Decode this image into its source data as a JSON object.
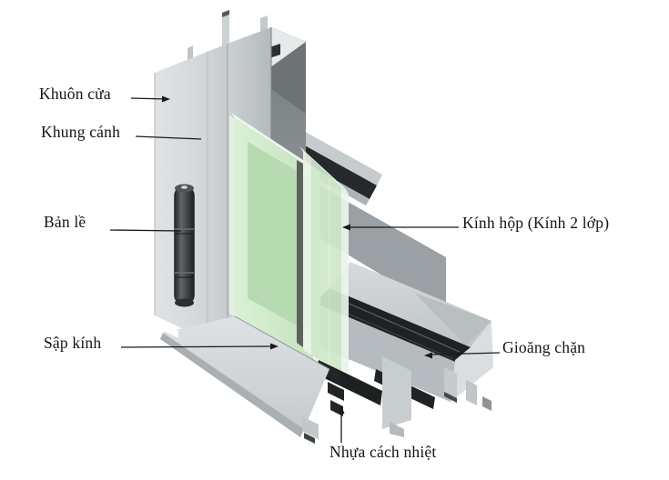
{
  "diagram": {
    "labels": {
      "khuon_cua": "Khuôn cửa",
      "khung_canh": "Khung cánh",
      "ban_le": "Bản lề",
      "sap_kinh": "Sập kính",
      "kinh_hop": "Kính hộp (Kính 2 lớp)",
      "gioang_chan": "Gioăng chặn",
      "nhua_cach_nhiet": "Nhựa cách nhiệt"
    },
    "colors": {
      "background": "#ffffff",
      "aluminum_light": "#d8dcde",
      "aluminum_mid": "#c3c8cb",
      "aluminum_dark": "#868c8f",
      "gasket_black": "#1f2223",
      "glass_green": "#d5ecd1",
      "glass_green_dark": "#b7dbb0",
      "hinge_dark": "#33373a",
      "label_text": "#141414"
    }
  }
}
